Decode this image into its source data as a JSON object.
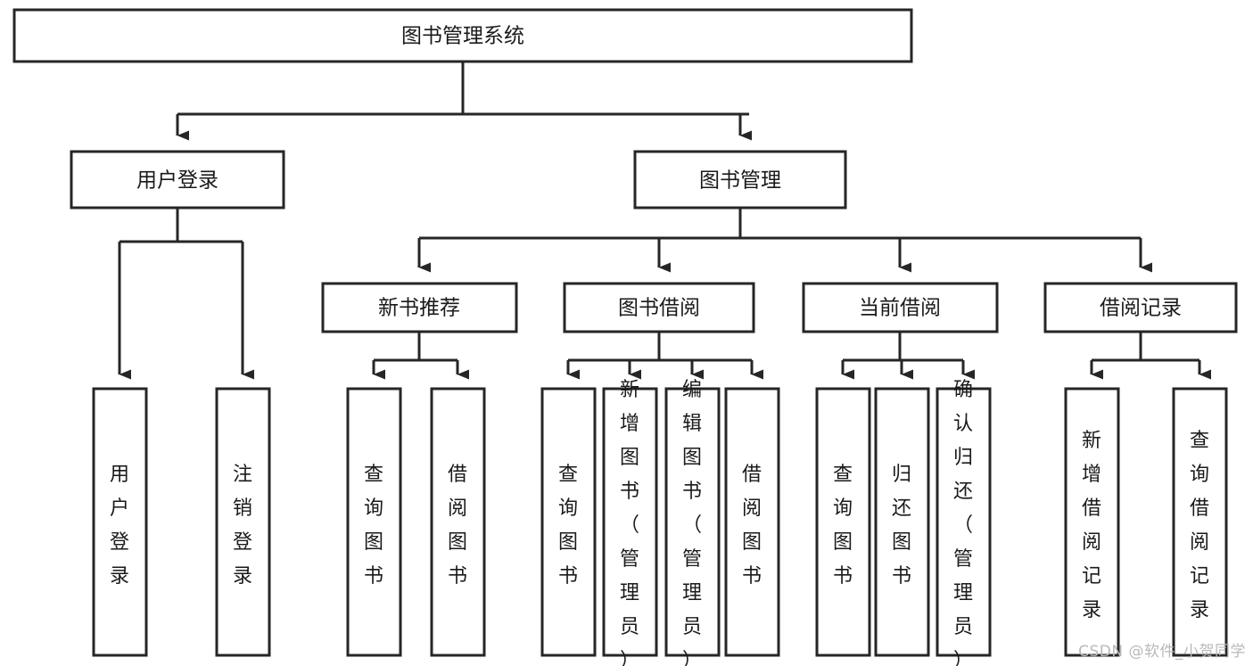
{
  "diagram": {
    "type": "tree",
    "title": "图书管理系统",
    "watermark": "CSDN @软件_小贺同学",
    "colors": {
      "stroke": "#262626",
      "fill": "#ffffff",
      "text": "#1a1a1a",
      "watermark": "#b9b9b9"
    },
    "nodes": {
      "root": "图书管理系统",
      "level1": [
        {
          "id": "user-login",
          "label": "用户登录"
        },
        {
          "id": "book-manage",
          "label": "图书管理"
        }
      ],
      "level2": [
        {
          "id": "new-book-recommend",
          "label": "新书推荐",
          "parent": "book-manage"
        },
        {
          "id": "book-borrow",
          "label": "图书借阅",
          "parent": "book-manage"
        },
        {
          "id": "current-borrow",
          "label": "当前借阅",
          "parent": "book-manage"
        },
        {
          "id": "borrow-record",
          "label": "借阅记录",
          "parent": "book-manage"
        }
      ],
      "leaves": {
        "user-login": [
          {
            "id": "leaf-user-login",
            "label": "用户登录"
          },
          {
            "id": "leaf-logout",
            "label": "注销登录"
          }
        ],
        "new-book-recommend": [
          {
            "id": "leaf-query-book-1",
            "label": "查询图书"
          },
          {
            "id": "leaf-borrow-book-1",
            "label": "借阅图书"
          }
        ],
        "book-borrow": [
          {
            "id": "leaf-query-book-2",
            "label": "查询图书"
          },
          {
            "id": "leaf-add-book",
            "label": "新增图书（管理员）"
          },
          {
            "id": "leaf-edit-book",
            "label": "编辑图书（管理员）"
          },
          {
            "id": "leaf-borrow-book-2",
            "label": "借阅图书"
          }
        ],
        "current-borrow": [
          {
            "id": "leaf-query-book-3",
            "label": "查询图书"
          },
          {
            "id": "leaf-return-book",
            "label": "归还图书"
          },
          {
            "id": "leaf-confirm-return",
            "label": "确认归还（管理员）"
          }
        ],
        "borrow-record": [
          {
            "id": "leaf-add-record",
            "label": "新增借阅记录"
          },
          {
            "id": "leaf-query-record",
            "label": "查询借阅记录"
          }
        ]
      }
    }
  }
}
